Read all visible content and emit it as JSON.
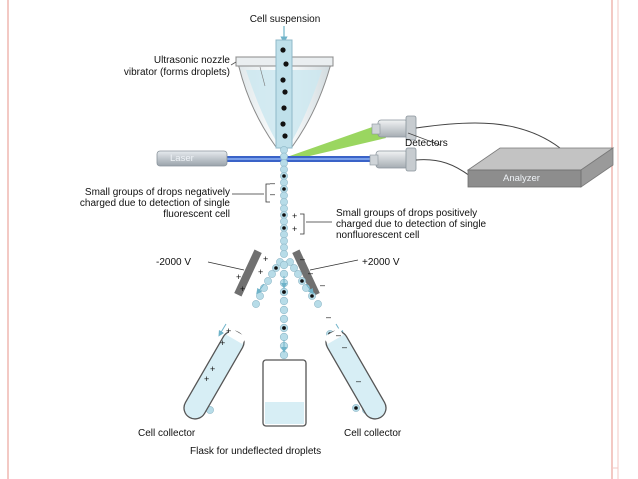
{
  "labels": {
    "cell_suspension": "Cell suspension",
    "nozzle_line1": "Ultrasonic nozzle",
    "nozzle_line2": "vibrator (forms droplets)",
    "detectors": "Detectors",
    "laser": "Laser",
    "analyzer": "Analyzer",
    "neg_line1": "Small groups of drops negatively",
    "neg_line2": "charged due to detection of single",
    "neg_line3": "fluorescent cell",
    "pos_line1": "Small groups of drops positively",
    "pos_line2": "charged due to detection of single",
    "pos_line3": "nonfluorescent cell",
    "neg_voltage": "-2000 V",
    "pos_voltage": "+2000 V",
    "left_collector": "Cell collector",
    "right_collector": "Cell collector",
    "flask": "Flask for undeflected droplets"
  },
  "charge_signs": {
    "minus": "–",
    "plus": "+"
  },
  "colors": {
    "droplet": "#b7dce8",
    "droplet_edge": "#8fb8c8",
    "cell": "#111111",
    "laser_beam": "#3a63c8",
    "detector_beam": "#8fd14f",
    "plate": "#707070",
    "analyzer": "#8d8d8d",
    "tube_fill": "#d7eef5",
    "page_border": "#f3c9c4"
  }
}
